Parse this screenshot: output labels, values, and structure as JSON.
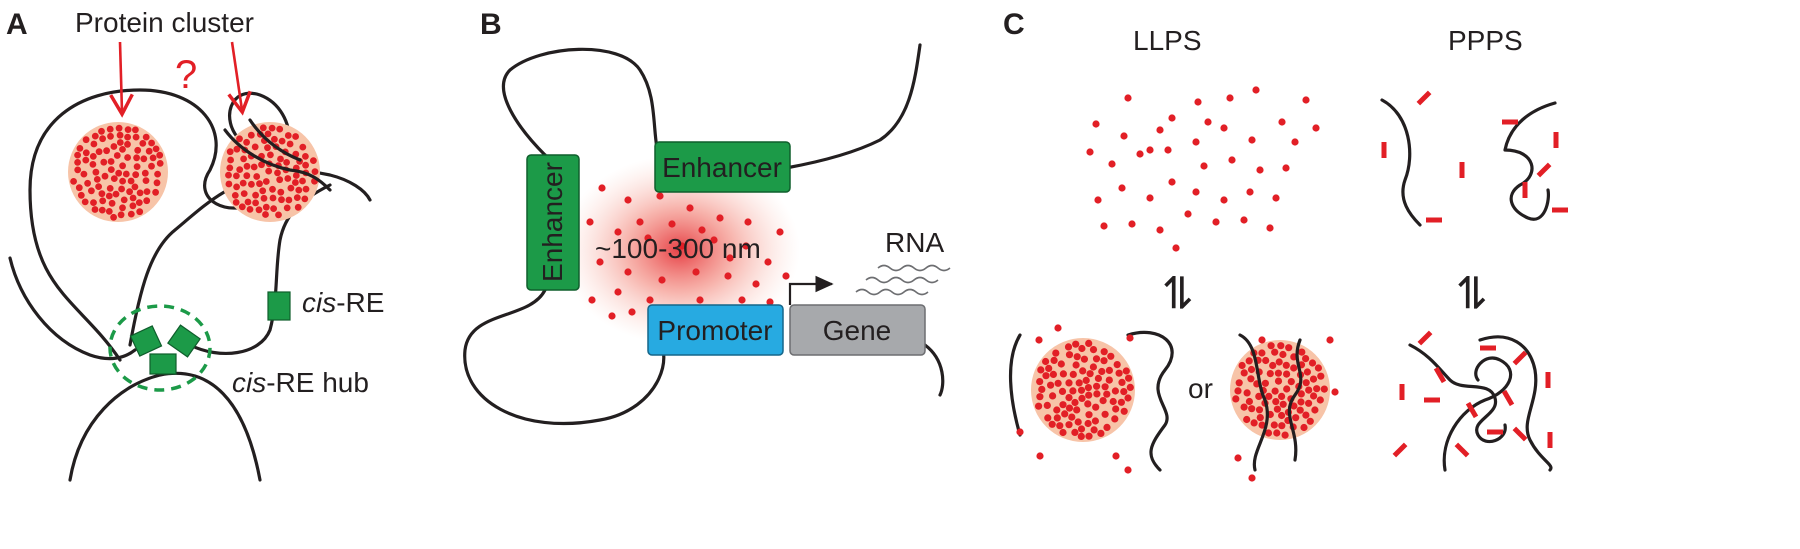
{
  "colors": {
    "protein": "#e21f26",
    "cluster_fill": "#f7c4a8",
    "element_green": "#1c9a48",
    "hub_dash": "#1c9a48",
    "promoter_blue": "#27aae1",
    "gene_gray": "#a7a9ac",
    "chromatin": "#231f20"
  },
  "panels": {
    "a": {
      "letter": "A",
      "protein_cluster": "Protein cluster",
      "question": "?",
      "cis_re_italic": "cis",
      "cis_re_rest": "-RE",
      "hub_italic": "cis",
      "hub_rest": "-RE hub"
    },
    "b": {
      "letter": "B",
      "enhancer_vertical": "Enhancer",
      "enhancer_horizontal": "Enhancer",
      "distance": "~100-300 nm",
      "rna": "RNA",
      "promoter": "Promoter",
      "gene": "Gene"
    },
    "c": {
      "letter": "C",
      "llps": "LLPS",
      "ppps": "PPPS",
      "or": "or",
      "equilibrium_symbol": "⇌"
    }
  }
}
